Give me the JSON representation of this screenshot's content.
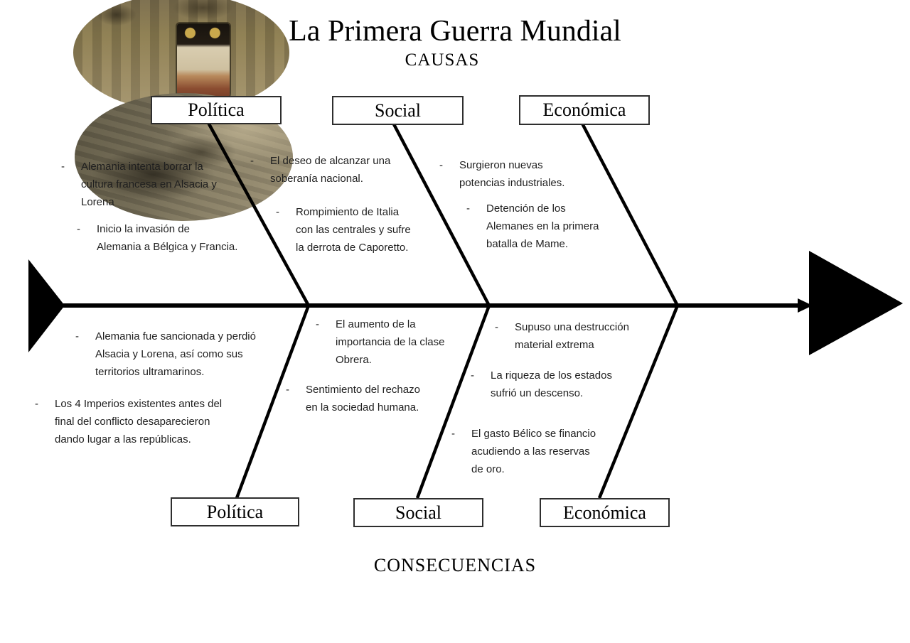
{
  "bullet": "-",
  "header": {
    "title": "La Primera Guerra Mundial",
    "top_label": "CAUSAS",
    "bottom_label": "CONSECUENCIAS"
  },
  "colors": {
    "ink": "#000000",
    "text": "#1f1f1f",
    "box_border": "#2e2e2e"
  },
  "photos": [
    {
      "name": "soldiers-with-banner-photo"
    },
    {
      "name": "trench-soldiers-photo"
    }
  ],
  "causes": [
    {
      "label": "Política",
      "items": [
        "Alemania intenta borrar la\ncultura francesa en Alsacia y\nLorena",
        "Inicio la invasión de\nAlemania a Bélgica y Francia."
      ]
    },
    {
      "label": "Social",
      "items": [
        "El deseo de alcanzar una\nsoberanía nacional.",
        "Rompimiento de Italia\ncon las centrales y sufre\nla derrota de Caporetto."
      ]
    },
    {
      "label": "Económica",
      "items": [
        "Surgieron nuevas\npotencias industriales.",
        "Detención de los\nAlemanes en la primera\nbatalla de Mame."
      ]
    }
  ],
  "consequences": [
    {
      "label": "Política",
      "items": [
        "Alemania fue sancionada y perdió\nAlsacia y Lorena, así como sus\nterritorios ultramarinos.",
        "Los 4 Imperios existentes antes del\nfinal del conflicto desaparecieron\ndando lugar a las repúblicas."
      ]
    },
    {
      "label": "Social",
      "items": [
        "El aumento de la\nimportancia de la clase\nObrera.",
        "Sentimiento del rechazo\nen la sociedad humana."
      ]
    },
    {
      "label": "Económica",
      "items": [
        "Supuso una destrucción\nmaterial extrema",
        "La riqueza de los estados\nsufrió un descenso.",
        "El gasto Bélico se financio\nacudiendo a las reservas\nde oro."
      ]
    }
  ]
}
